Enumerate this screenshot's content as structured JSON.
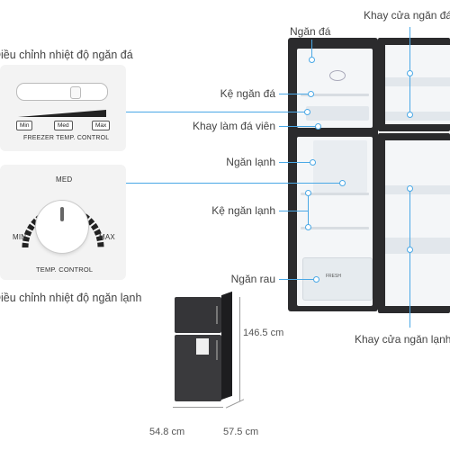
{
  "labels": {
    "freezer_control_caption": "Điều chỉnh nhiệt độ ngăn đá",
    "fridge_control_caption": "Điều chỉnh nhiệt độ ngăn lạnh",
    "ngan_da": "Ngăn đá",
    "ke_ngan_da": "Kệ ngăn đá",
    "khay_lam_da": "Khay làm đá viên",
    "ngan_lanh": "Ngăn lạnh",
    "ke_ngan_lanh": "Kệ ngăn lạnh",
    "ngan_rau": "Ngăn rau",
    "khay_cua_ngan_da": "Khay cửa ngăn đá",
    "khay_cua_ngan_lanh": "Khay cửa ngăn lạnh"
  },
  "freezer_control": {
    "min": "Min",
    "med": "Med",
    "max": "Max",
    "caption": "FREEZER TEMP. CONTROL"
  },
  "fridge_control": {
    "med": "MED",
    "min": "MIN",
    "max": "MAX",
    "caption": "TEMP. CONTROL"
  },
  "crisper_label": "FRESH",
  "dimensions": {
    "height": "146.5 cm",
    "width": "54.8 cm",
    "depth": "57.5 cm"
  },
  "colors": {
    "callout": "#4aa8e6",
    "fridge_body": "#2b2b2d"
  }
}
